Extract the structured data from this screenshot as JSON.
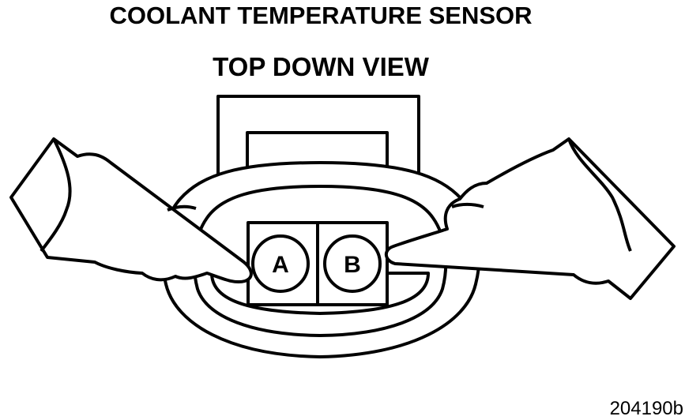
{
  "title": "COOLANT TEMPERATURE SENSOR",
  "subtitle": "TOP DOWN VIEW",
  "figure_id": "204190b",
  "pins": [
    {
      "label": "A"
    },
    {
      "label": "B"
    }
  ]
}
